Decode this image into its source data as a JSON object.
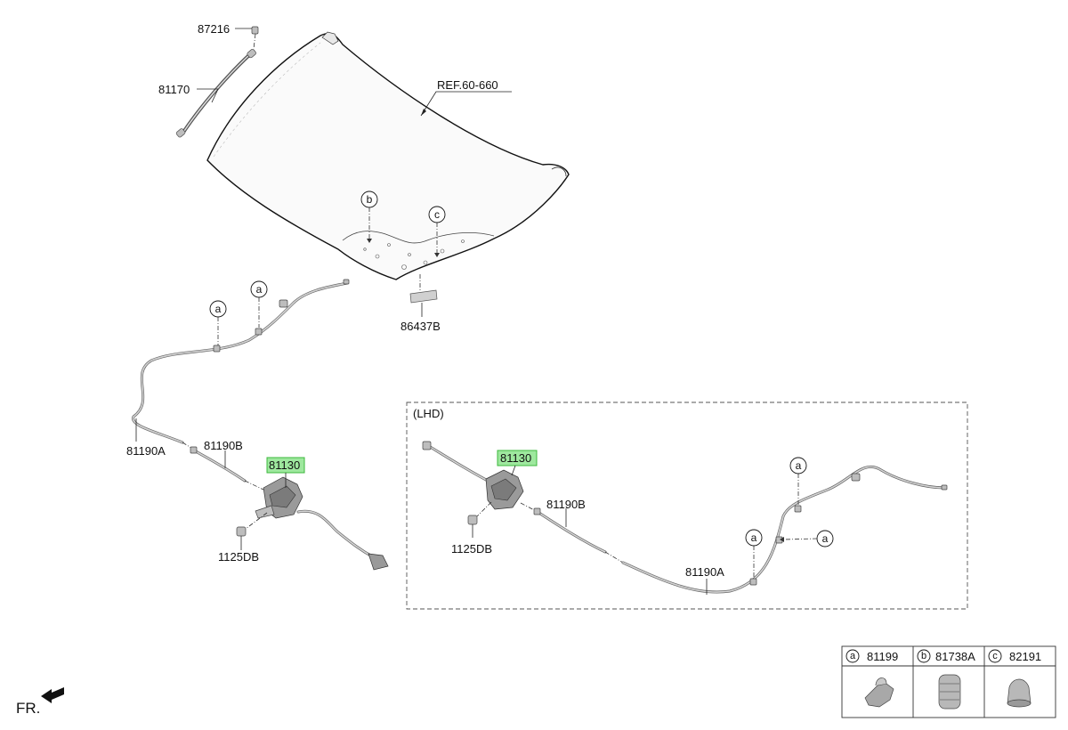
{
  "labels": {
    "p87216": "87216",
    "p81170": "81170",
    "ref": "REF.60-660",
    "p86437B": "86437B",
    "p81190A": "81190A",
    "p81190B": "81190B",
    "p81130": "81130",
    "p1125DB": "1125DB",
    "lhd": "(LHD)",
    "lhd_81130": "81130",
    "lhd_81190B": "81190B",
    "lhd_1125DB": "1125DB",
    "lhd_81190A": "81190A",
    "fr": "FR."
  },
  "callouts": {
    "a": "a",
    "b": "b",
    "c": "c"
  },
  "legend": [
    {
      "letter": "a",
      "part": "81199"
    },
    {
      "letter": "b",
      "part": "81738A"
    },
    {
      "letter": "c",
      "part": "82191"
    }
  ],
  "colors": {
    "highlight": "#9ee89e",
    "line": "#111111",
    "cable": "#666666"
  }
}
